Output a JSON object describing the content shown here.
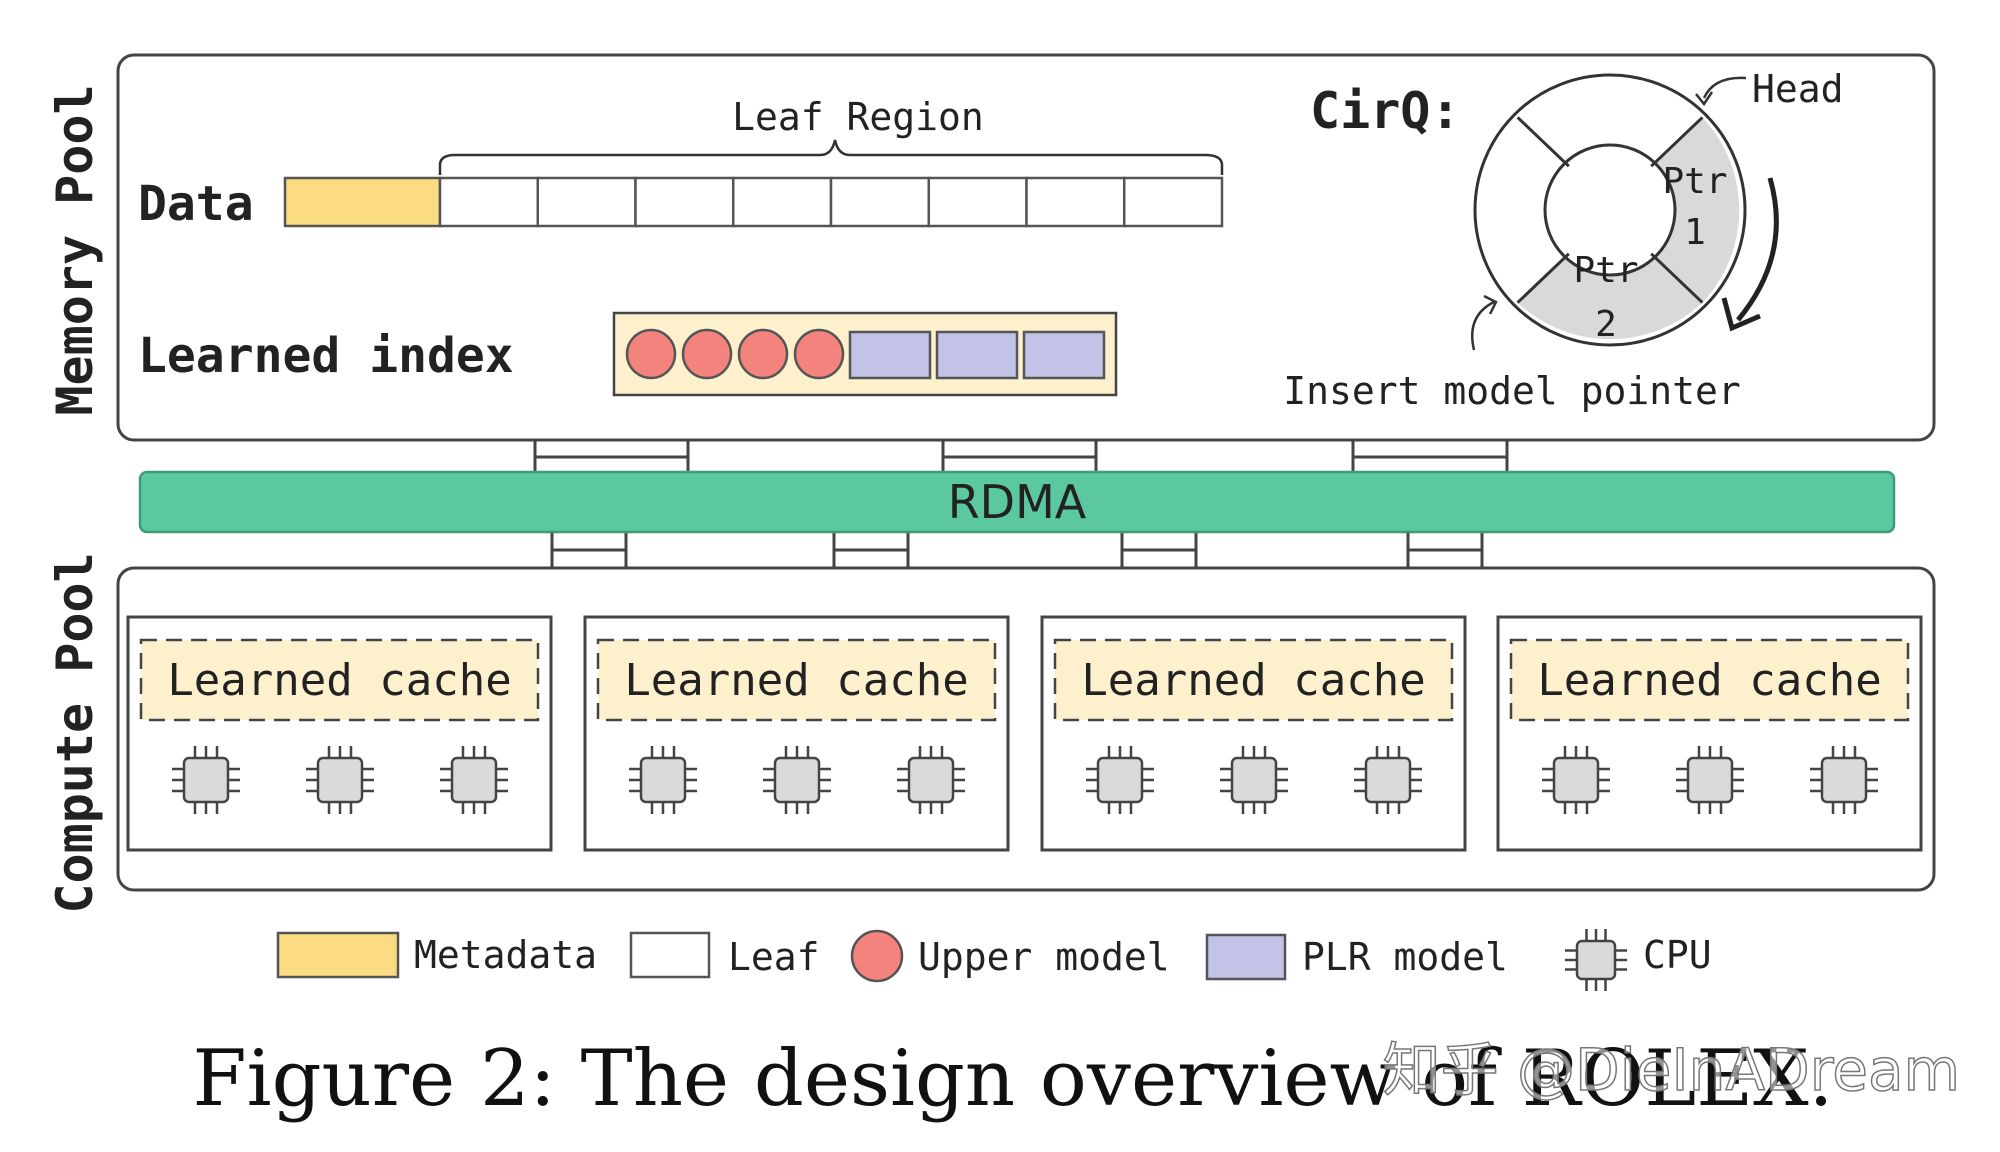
{
  "memory_pool": {
    "side_label": "Memory Pool",
    "data_label": "Data",
    "leaf_region_label": "Leaf Region",
    "learned_index_label": "Learned index",
    "leaf_count": 8,
    "upper_model_count": 4,
    "plr_model_count": 3
  },
  "cirq": {
    "title": "CirQ:",
    "head_label": "Head",
    "ptr1_label": "Ptr",
    "ptr1_num": "1",
    "ptr2_label": "Ptr",
    "ptr2_num": "2",
    "insert_label": "Insert model pointer"
  },
  "rdma": {
    "label": "RDMA"
  },
  "compute_pool": {
    "side_label": "Compute Pool",
    "nodes": [
      {
        "cache_label": "Learned cache",
        "cpu_count": 3
      },
      {
        "cache_label": "Learned cache",
        "cpu_count": 3
      },
      {
        "cache_label": "Learned cache",
        "cpu_count": 3
      },
      {
        "cache_label": "Learned cache",
        "cpu_count": 3
      }
    ]
  },
  "legend": {
    "metadata": "Metadata",
    "leaf": "Leaf",
    "upper_model": "Upper model",
    "plr_model": "PLR model",
    "cpu": "CPU"
  },
  "caption": "Figure 2: The design overview of ROLEX.",
  "watermark": "知乎 @DieInADream",
  "colors": {
    "metadata": "#FBDC83",
    "leaf": "#FFFFFF",
    "upper_model": "#F4837D",
    "plr_model": "#C3C3E8",
    "rdma": "#5CC8A0",
    "cache_fill": "#FCF1CC",
    "cpu_fill": "#DADADA",
    "queue_fill": "#D9D9D9"
  }
}
